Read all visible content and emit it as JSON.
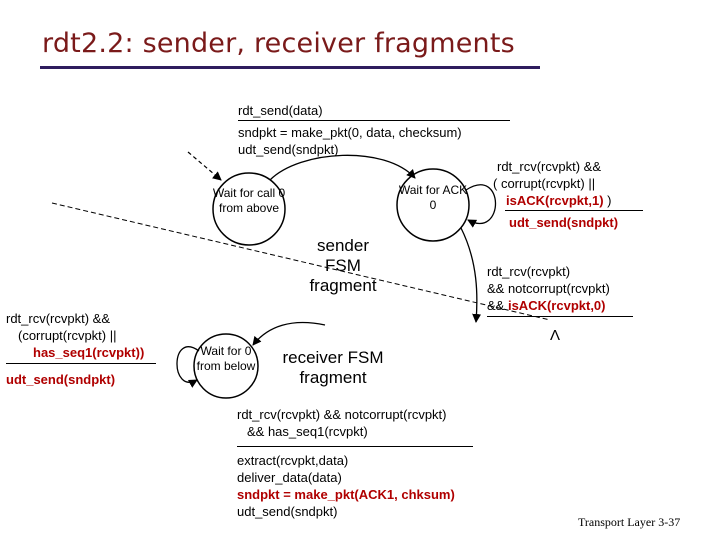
{
  "slide": {
    "title": "rdt2.2: sender, receiver fragments"
  },
  "sender": {
    "fragment_label": "sender FSM fragment",
    "states": {
      "wait_call": "Wait for call 0 from above",
      "wait_ack": "Wait for ACK 0"
    },
    "transitions": {
      "send": {
        "event": "rdt_send(data)",
        "actions": [
          "sndpkt = make_pkt(0, data, checksum)",
          "udt_send(sndpkt)"
        ]
      },
      "retransmit": {
        "event_lines": [
          "rdt_rcv(rcvpkt) &&",
          "( corrupt(rcvpkt) ||"
        ],
        "event_bold": "isACK(rcvpkt,1)",
        "event_close": " )",
        "action": "udt_send(sndpkt)"
      },
      "ack": {
        "event_lines": [
          "rdt_rcv(rcvpkt)",
          "&& notcorrupt(rcvpkt)"
        ],
        "event_prefix": "&& ",
        "event_bold": "isACK(rcvpkt,0)",
        "action": "Λ"
      }
    }
  },
  "receiver": {
    "fragment_label": "receiver FSM fragment",
    "states": {
      "wait_0_below": "Wait for 0 from below"
    },
    "transitions": {
      "dup": {
        "event_lines": [
          "rdt_rcv(rcvpkt) &&",
          "(corrupt(rcvpkt) ||"
        ],
        "event_bold": "has_seq1(rcvpkt))",
        "action": "udt_send(sndpkt)"
      },
      "deliver": {
        "event_lines": [
          "rdt_rcv(rcvpkt) && notcorrupt(rcvpkt)",
          "&& has_seq1(rcvpkt)"
        ],
        "actions": [
          "extract(rcvpkt,data)",
          "deliver_data(data)"
        ],
        "action_bold": "sndpkt = make_pkt(ACK1, chksum)",
        "action_last": "udt_send(sndpkt)"
      }
    }
  },
  "footer": {
    "text": "Transport Layer 3-37"
  },
  "colors": {
    "title": "#7a1a1a",
    "title_rule": "#2f1d5e",
    "highlight": "#b00000"
  }
}
